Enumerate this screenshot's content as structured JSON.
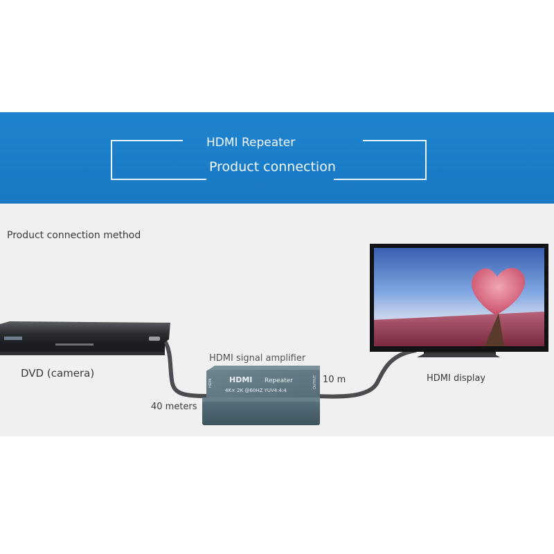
{
  "banner": {
    "title": "HDMI Repeater",
    "subtitle": "Product connection",
    "color": "#1a7cc8"
  },
  "section": {
    "heading": "Product connection method"
  },
  "devices": {
    "source": {
      "label": "DVD (camera)",
      "icon": "dvd-player-icon"
    },
    "amplifier": {
      "label": "HDMI signal amplifier",
      "brand": "HDMI",
      "model": "Repeater",
      "spec": "4K× 2K @60HZ  YUV4:4:4",
      "port_in": "HDMI",
      "port_out": "OUTPUT",
      "icon": "hdmi-repeater-icon"
    },
    "display": {
      "label": "HDMI display",
      "icon": "tv-display-icon"
    }
  },
  "cables": {
    "input_length": "40 meters",
    "output_length": "10 m"
  }
}
